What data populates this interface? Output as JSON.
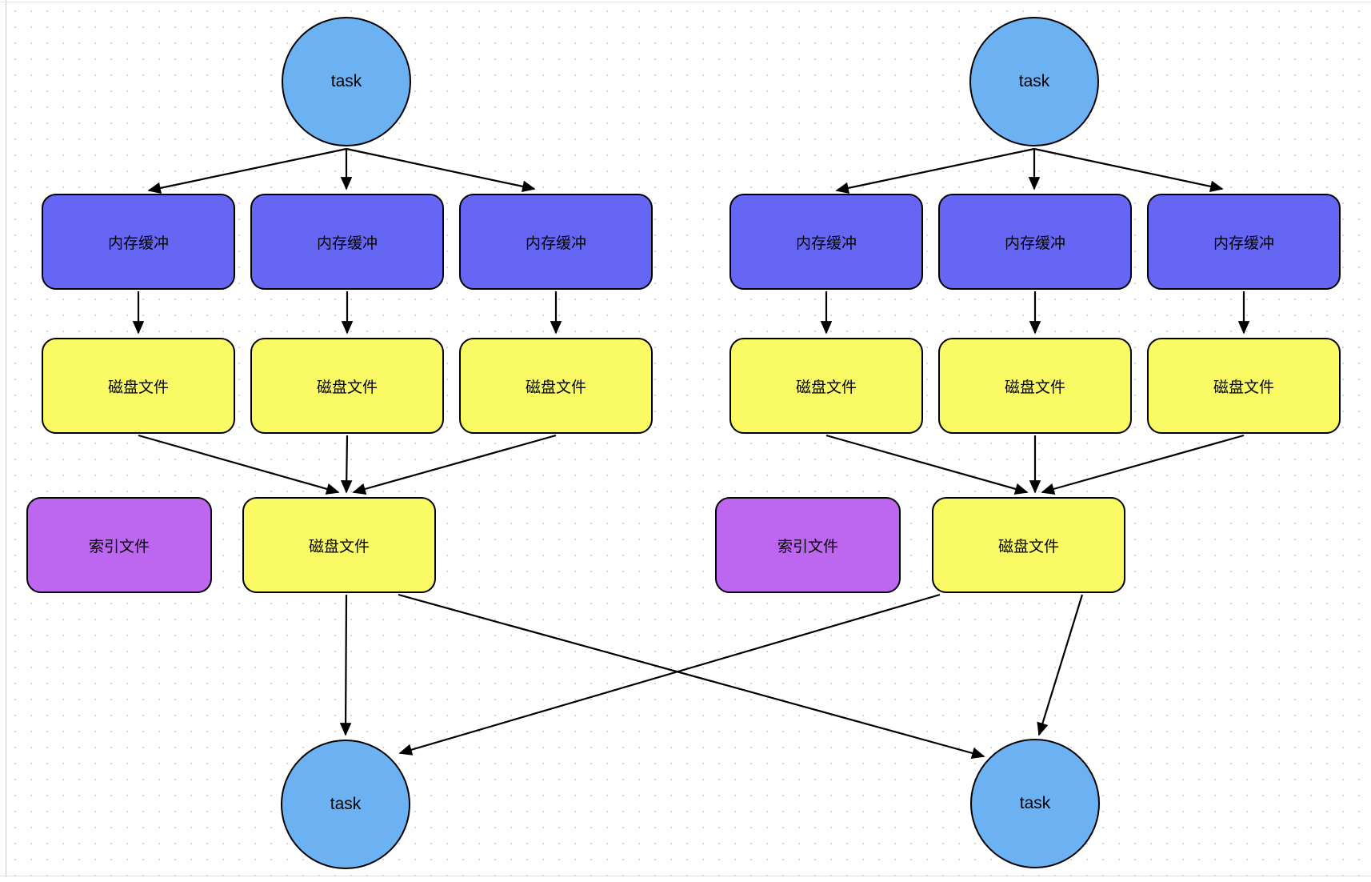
{
  "colors": {
    "task_fill": "#6CB2F3",
    "memory_buffer_fill": "#6666F5",
    "disk_file_fill": "#FAFA64",
    "index_file_fill": "#BD66F0",
    "node_stroke": "#000000",
    "edge_color": "#000000",
    "grid_dot": "#d6d6d6"
  },
  "groups": [
    {
      "name": "left-pipeline",
      "top_task": {
        "label": "task"
      },
      "memory_buffers": [
        {
          "label": "内存缓冲"
        },
        {
          "label": "内存缓冲"
        },
        {
          "label": "内存缓冲"
        }
      ],
      "disk_files": [
        {
          "label": "磁盘文件"
        },
        {
          "label": "磁盘文件"
        },
        {
          "label": "磁盘文件"
        }
      ],
      "index_file": {
        "label": "索引文件"
      },
      "merged_disk_file": {
        "label": "磁盘文件"
      },
      "bottom_task": {
        "label": "task"
      }
    },
    {
      "name": "right-pipeline",
      "top_task": {
        "label": "task"
      },
      "memory_buffers": [
        {
          "label": "内存缓冲"
        },
        {
          "label": "内存缓冲"
        },
        {
          "label": "内存缓冲"
        }
      ],
      "disk_files": [
        {
          "label": "磁盘文件"
        },
        {
          "label": "磁盘文件"
        },
        {
          "label": "磁盘文件"
        }
      ],
      "index_file": {
        "label": "索引文件"
      },
      "merged_disk_file": {
        "label": "磁盘文件"
      },
      "bottom_task": {
        "label": "task"
      }
    }
  ]
}
